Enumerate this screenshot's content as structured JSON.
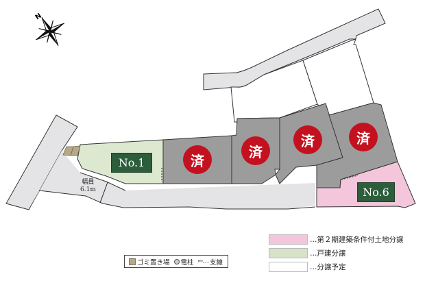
{
  "compass": {
    "north_label": "N"
  },
  "road": {
    "width_label": "幅員",
    "width_value": "6.1m"
  },
  "lots": [
    {
      "id": "no1",
      "label": "No.1",
      "status": "戸建分譲",
      "color": "#dce8cf"
    },
    {
      "id": "lot2",
      "label": "済",
      "status": "sold"
    },
    {
      "id": "lot3",
      "label": "済",
      "status": "sold"
    },
    {
      "id": "lot4",
      "label": "済",
      "status": "sold"
    },
    {
      "id": "lot5",
      "label": "済",
      "status": "sold"
    },
    {
      "id": "no6",
      "label": "No.6",
      "status": "第２期建築条件付土地分譲",
      "color": "#f3c6dc"
    }
  ],
  "legend": {
    "items": [
      {
        "text": "…第２期建築条件付土地分譲",
        "color": "#f3c6dc"
      },
      {
        "text": "…戸建分譲",
        "color": "#d6e3c8"
      },
      {
        "text": "…分譲予定",
        "color": "#ffffff"
      }
    ]
  },
  "key": {
    "garbage": "ゴミ置き場",
    "pole": "電柱",
    "wire_symbol": "←…",
    "wire": "支線"
  },
  "colors": {
    "road": "#e4e4e6",
    "sold_lot": "#9c9c9c",
    "sold_badge": "#c4111f",
    "label_bg": "#2d5e3c"
  }
}
